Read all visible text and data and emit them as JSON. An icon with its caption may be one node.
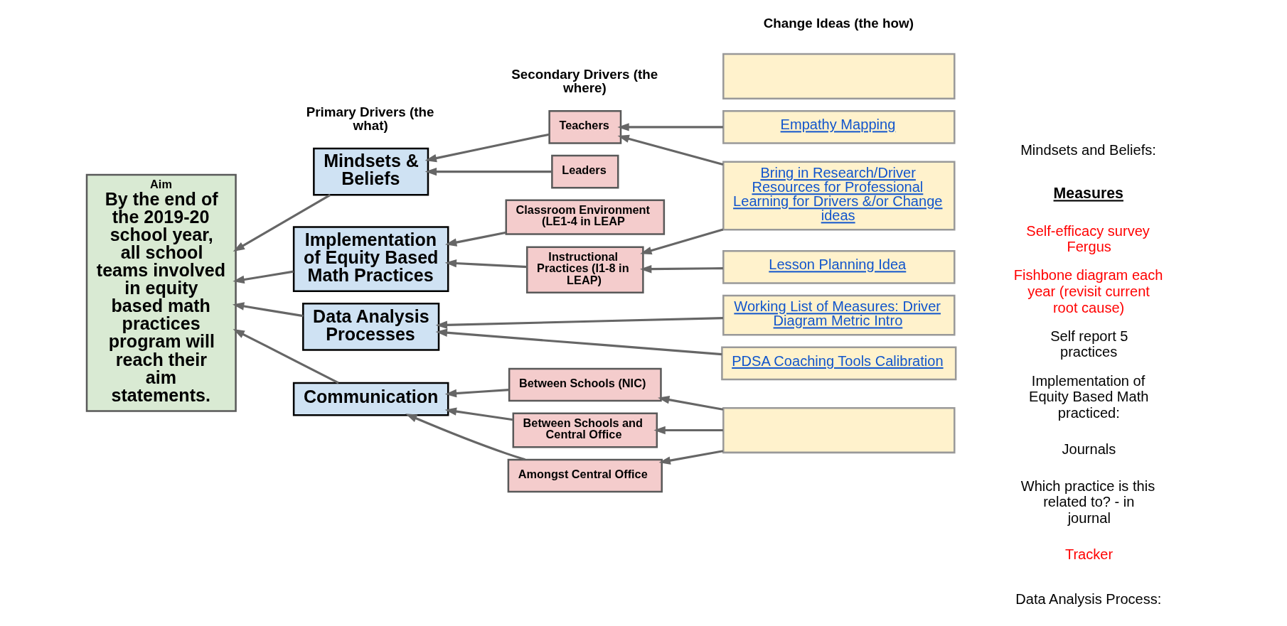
{
  "diagram": {
    "nodes": [
      {
        "text": [
          "Aim",
          "By the end of the 2019-20 school year, all school teams involved in equity based math practices program will reach their aim statements."
        ]
      },
      {
        "text": [
          "Mindsets & Beliefs"
        ]
      },
      {
        "text": [
          "Implementation of Equity Based Math Practices"
        ]
      },
      {
        "text": [
          "Data Analysis Processes"
        ]
      },
      {
        "text": [
          "Communication"
        ]
      },
      {
        "text": [
          "Leaders"
        ]
      },
      {
        "text": [
          "Teachers"
        ]
      },
      {
        "text": [
          "Classroom Environment (LE1-4 in LEAP"
        ]
      },
      {
        "text": [
          "Instructional Practices (I1-8 in LEAP)"
        ]
      },
      {
        "text": [
          "Between Schools (NIC)"
        ]
      },
      {
        "text": [
          "Between Schools and Central Office"
        ]
      },
      {
        "text": [
          "Amongst Central Office"
        ]
      },
      {
        "text": [
          "Bring in Research/Driver Resources for Professional Learning for Drivers &/or Change ideas"
        ]
      },
      {
        "text": [
          "Empathy Mapping"
        ]
      },
      {
        "text": [],
        "shape": "box"
      },
      {
        "text": [
          "Lesson Planning Idea"
        ]
      },
      {
        "text": [
          "PDSA Coaching Tools Calibration"
        ]
      },
      {
        "text": [
          "Working List of Measures: Driver Diagram Metric Intro"
        ]
      },
      {
        "text": [],
        "shape": "box"
      }
    ],
    "edges": [
      {
        "from": 1,
        "to": 0,
        "arrow": "to"
      },
      {
        "from": 2,
        "to": 0,
        "arrow": "to"
      },
      {
        "from": 3,
        "to": 0,
        "arrow": "to"
      },
      {
        "from": 4,
        "to": 0,
        "arrow": "to"
      },
      {
        "from": 5,
        "to": 1,
        "arrow": "to"
      },
      {
        "from": 6,
        "to": 1,
        "arrow": "to"
      },
      {
        "from": 7,
        "to": 2,
        "arrow": "to"
      },
      {
        "from": 8,
        "to": 2,
        "arrow": "to"
      },
      {
        "from": 16,
        "to": 3,
        "arrow": "to"
      },
      {
        "from": 17,
        "to": 3,
        "arrow": "to"
      },
      {
        "from": 9,
        "to": 4,
        "arrow": "to"
      },
      {
        "from": 10,
        "to": 4,
        "arrow": "to"
      },
      {
        "from": 11,
        "to": 4,
        "arrow": "to"
      },
      {
        "from": 12,
        "to": 6,
        "arrow": "to"
      },
      {
        "from": 12,
        "to": 8,
        "arrow": "to"
      },
      {
        "from": 13,
        "to": 6,
        "arrow": "to"
      },
      {
        "from": 15,
        "to": 8,
        "arrow": "to"
      },
      {
        "from": 18,
        "to": 9,
        "arrow": "to"
      },
      {
        "from": 18,
        "to": 10,
        "arrow": "to"
      },
      {
        "from": 18,
        "to": 11,
        "arrow": "to"
      }
    ],
    "labels": [
      "Primary Drivers (the what)",
      "Secondary Drivers (the where)",
      "Change Ideas (the how)",
      "Measures",
      "Mindsets and Beliefs:",
      "Self-efficacy survey Fergus",
      "Fishbone diagram each year (revisit current root cause)",
      "Self report 5 practices",
      "Implementation of Equity Based Math practiced:",
      "Journals",
      "Which practice is this related to? - in journal",
      "Tracker",
      "Data Analysis Process:"
    ]
  }
}
